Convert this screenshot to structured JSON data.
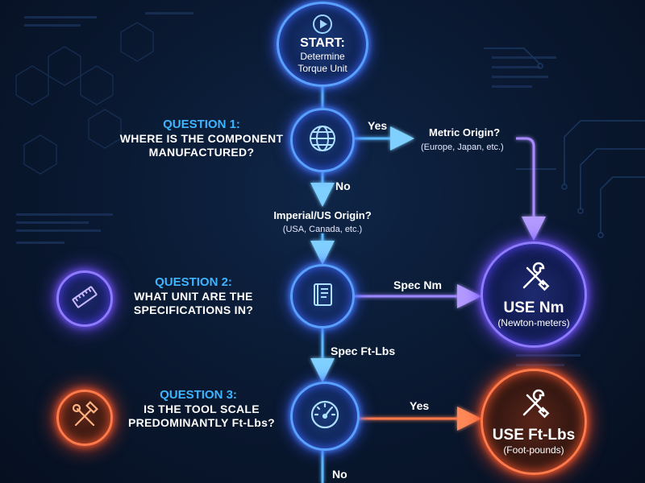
{
  "start": {
    "title": "START:",
    "subtitle_line1": "Determine",
    "subtitle_line2": "Torque Unit"
  },
  "question1": {
    "title": "QUESTION 1:",
    "text_line1": "WHERE IS THE COMPONENT",
    "text_line2": "MANUFACTURED?",
    "icon": "globe-icon",
    "yes_label": "Yes",
    "no_label": "No"
  },
  "metric_origin": {
    "title": "Metric Origin?",
    "subtitle": "(Europe, Japan, etc.)"
  },
  "imperial_origin": {
    "title": "Imperial/US Origin?",
    "subtitle": "(USA, Canada, etc.)"
  },
  "question2": {
    "title": "QUESTION 2:",
    "text_line1": "WHAT UNIT ARE THE",
    "text_line2": "SPECIFICATIONS IN?",
    "side_icon": "ruler-icon",
    "icon": "book-icon",
    "spec_nm_label": "Spec Nm",
    "spec_ftlbs_label": "Spec Ft-Lbs"
  },
  "question3": {
    "title": "QUESTION 3:",
    "text_line1": "IS THE TOOL SCALE",
    "text_line2": "PREDOMINANTLY Ft-Lbs?",
    "side_icon": "hammer-wrench-icon",
    "icon": "gauge-icon",
    "yes_label": "Yes",
    "no_label": "No"
  },
  "result_nm": {
    "title": "USE Nm",
    "subtitle": "(Newton-meters)",
    "icon": "wrench-screwdriver-icon"
  },
  "result_ftlbs": {
    "title": "USE Ft-Lbs",
    "subtitle": "(Foot-pounds)",
    "icon": "wrench-screwdriver-icon"
  },
  "colors": {
    "accent_blue": "#3fb4ff",
    "line_blue": "#5ab8ff",
    "violet": "#8f7bff",
    "orange": "#ff6a3a",
    "background": "#0a1a33"
  }
}
